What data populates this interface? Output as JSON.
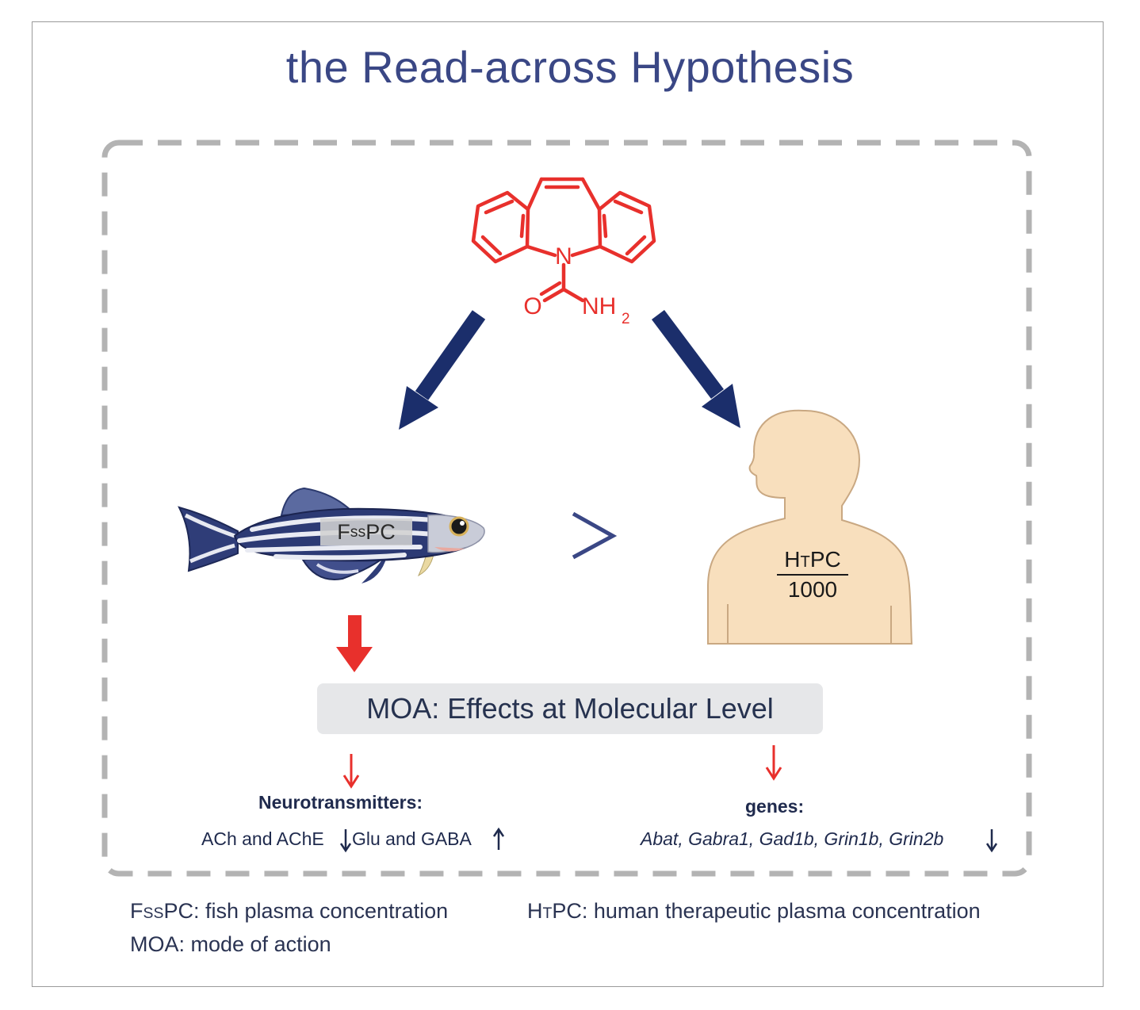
{
  "title": "the Read-across Hypothesis",
  "molecule": {
    "atom_n": "N",
    "atom_o": "O",
    "atom_nh": "NH",
    "atom_nh_sub": "2"
  },
  "fish": {
    "label_prefix": "F",
    "label_sub": "ss",
    "label_suffix": "PC"
  },
  "comparison_symbol": ">",
  "human": {
    "num_prefix": "H",
    "num_sub": "T",
    "num_suffix": "PC",
    "denominator": "1000"
  },
  "moa_box": "MOA: Effects at Molecular Level",
  "left_effect": {
    "heading": "Neurotransmitters:",
    "items_part1": "ACh and AChE",
    "items_part2": " Glu and GABA"
  },
  "right_effect": {
    "heading": "genes:",
    "items": "Abat,  Gabra1, Gad1b, Grin1b, Grin2b "
  },
  "legend": {
    "fsspc_prefix": "F",
    "fsspc_sub": "SS",
    "fsspc_text": "PC: fish plasma concentration",
    "htpc_prefix": "H",
    "htpc_sub": "T",
    "htpc_text": "PC: human therapeutic plasma concentration",
    "moa": "MOA: mode of action"
  },
  "colors": {
    "title": "#3a4785",
    "arrow_navy": "#1b2e6b",
    "arrow_red": "#e8302c",
    "dashed_border": "#b3b3b3",
    "skin": "#f8dfbd",
    "moa_box": "#e6e7e9"
  }
}
